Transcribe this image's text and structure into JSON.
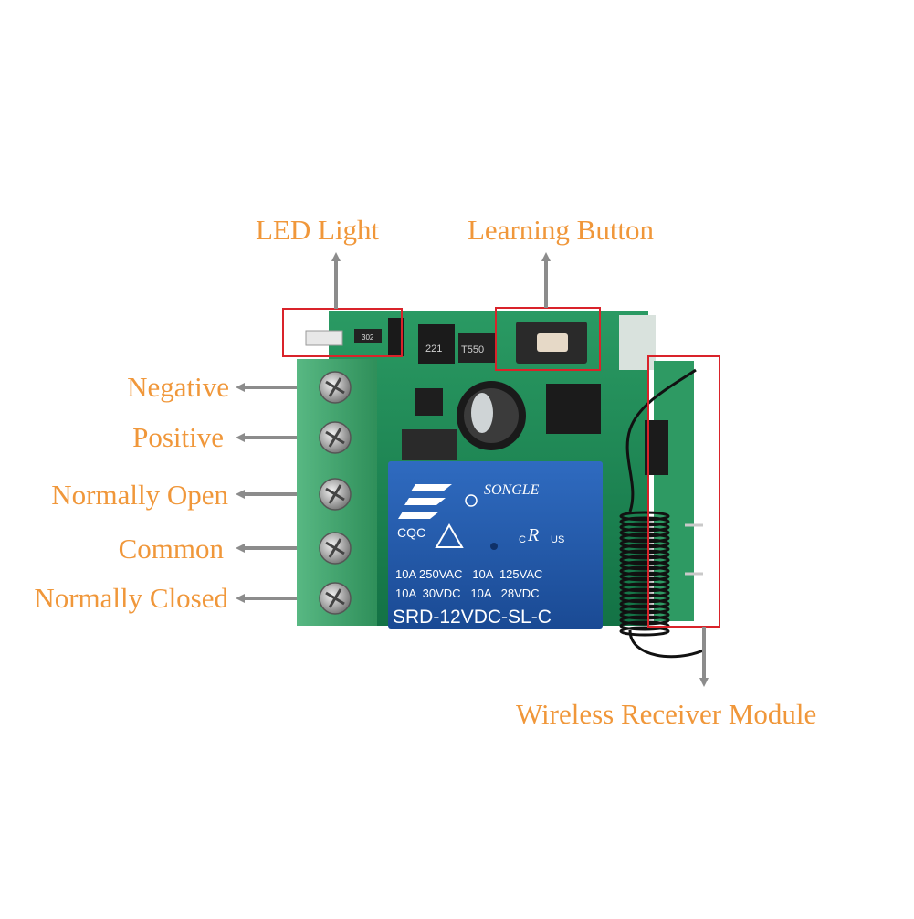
{
  "colors": {
    "label": "#f0973a",
    "arrow": "#8c8c8c",
    "highlight": "#d9232a",
    "pcb": "#1f8a55",
    "terminal": "#3fa36b",
    "relay": "#2256a8"
  },
  "labels": {
    "led_light": "LED Light",
    "learning_button": "Learning Button",
    "negative": "Negative",
    "positive": "Positive",
    "normally_open": "Normally Open",
    "common": "Common",
    "normally_closed": "Normally Closed",
    "wireless_receiver_module": "Wireless Receiver Module"
  },
  "board_text": {
    "relay_brand": "SONGLE",
    "relay_cert_1": "CQC",
    "relay_cert_2": "US",
    "relay_cert_3": "C",
    "relay_rating_1": "10A 250VAC   10A  125VAC",
    "relay_rating_2": "10A  30VDC   10A   28VDC",
    "relay_model": "SRD-12VDC-SL-C",
    "chip_1": "221",
    "chip_2": "T550",
    "led_marking": "302"
  }
}
